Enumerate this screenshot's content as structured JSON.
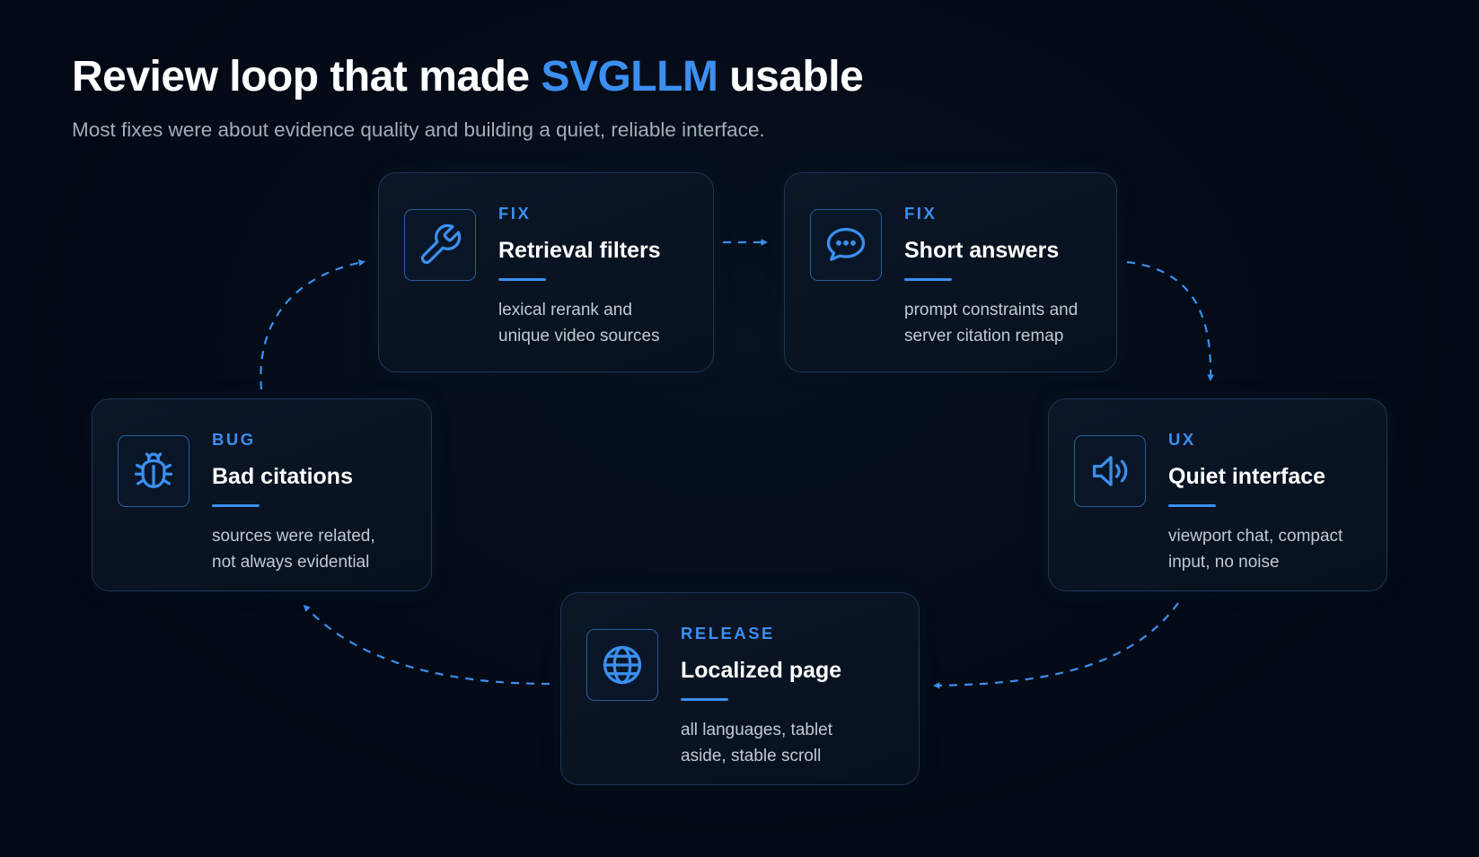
{
  "header": {
    "title_prefix": "Review loop that made ",
    "title_accent": "SVGLLM",
    "title_suffix": " usable",
    "subtitle": "Most fixes were about evidence quality and building a quiet, reliable interface."
  },
  "cards": {
    "retrieval": {
      "tag": "FIX",
      "title": "Retrieval filters",
      "line1": "lexical rerank and",
      "line2": "unique video sources",
      "icon": "wrench-icon"
    },
    "answers": {
      "tag": "FIX",
      "title": "Short answers",
      "line1": "prompt constraints and",
      "line2": "server citation remap",
      "icon": "chat-bubble-icon"
    },
    "interface": {
      "tag": "UX",
      "title": "Quiet interface",
      "line1": "viewport chat, compact",
      "line2": "input, no noise",
      "icon": "speaker-icon"
    },
    "release": {
      "tag": "RELEASE",
      "title": "Localized page",
      "line1": "all languages, tablet",
      "line2": "aside, stable scroll",
      "icon": "globe-icon"
    },
    "citations": {
      "tag": "BUG",
      "title": "Bad citations",
      "line1": "sources were related,",
      "line2": "not always evidential",
      "icon": "bug-icon"
    }
  },
  "colors": {
    "accent": "#3b8ff0",
    "background": "#030914",
    "card_border": "#1f3552",
    "title": "#ffffff",
    "body_text": "#c2c9d3"
  }
}
